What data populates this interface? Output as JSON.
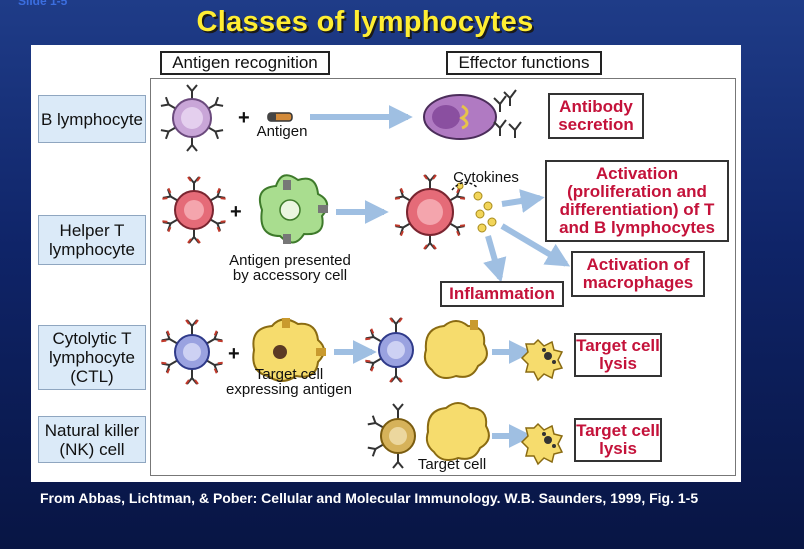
{
  "slide": {
    "number": "Slide 1-5",
    "title": "Classes of lymphocytes",
    "citation": "From Abbas, Lichtman, & Pober: Cellular and Molecular Immunology. W.B. Saunders, 1999, Fig. 1-5"
  },
  "headers": {
    "antigen_recognition": "Antigen recognition",
    "effector_functions": "Effector functions"
  },
  "cell_types": [
    {
      "label": "B lymphocyte"
    },
    {
      "label": "Helper T lymphocyte"
    },
    {
      "label": "Cytolytic T lymphocyte (CTL)"
    },
    {
      "label": "Natural killer (NK) cell"
    }
  ],
  "captions": {
    "antigen": "Antigen",
    "cytokines": "Cytokines",
    "antigen_presented": "Antigen presented by accessory cell",
    "target_expressing": "Target cell expressing antigen",
    "target_cell": "Target cell"
  },
  "outcomes": {
    "antibody": "Antibody secretion",
    "activation_lymph": "Activation (proliferation and differentiation) of T and B lymphocytes",
    "activation_macro": "Activation of macrophages",
    "inflammation": "Inflammation",
    "lysis_ctl": "Target cell lysis",
    "lysis_nk": "Target cell lysis"
  },
  "colors": {
    "title": "#ffee33",
    "outcome_text": "#c4123a",
    "label_bg": "#dbeaf8",
    "arrow": "#9fbfe2",
    "b_cell": "#c9a6d8",
    "helper_t": "#e56b78",
    "ctl": "#9aa2e0",
    "nk": "#d6b25a",
    "apc": "#a9dd8f",
    "target": "#f6dc6d",
    "plasma": "#b07ac2"
  }
}
